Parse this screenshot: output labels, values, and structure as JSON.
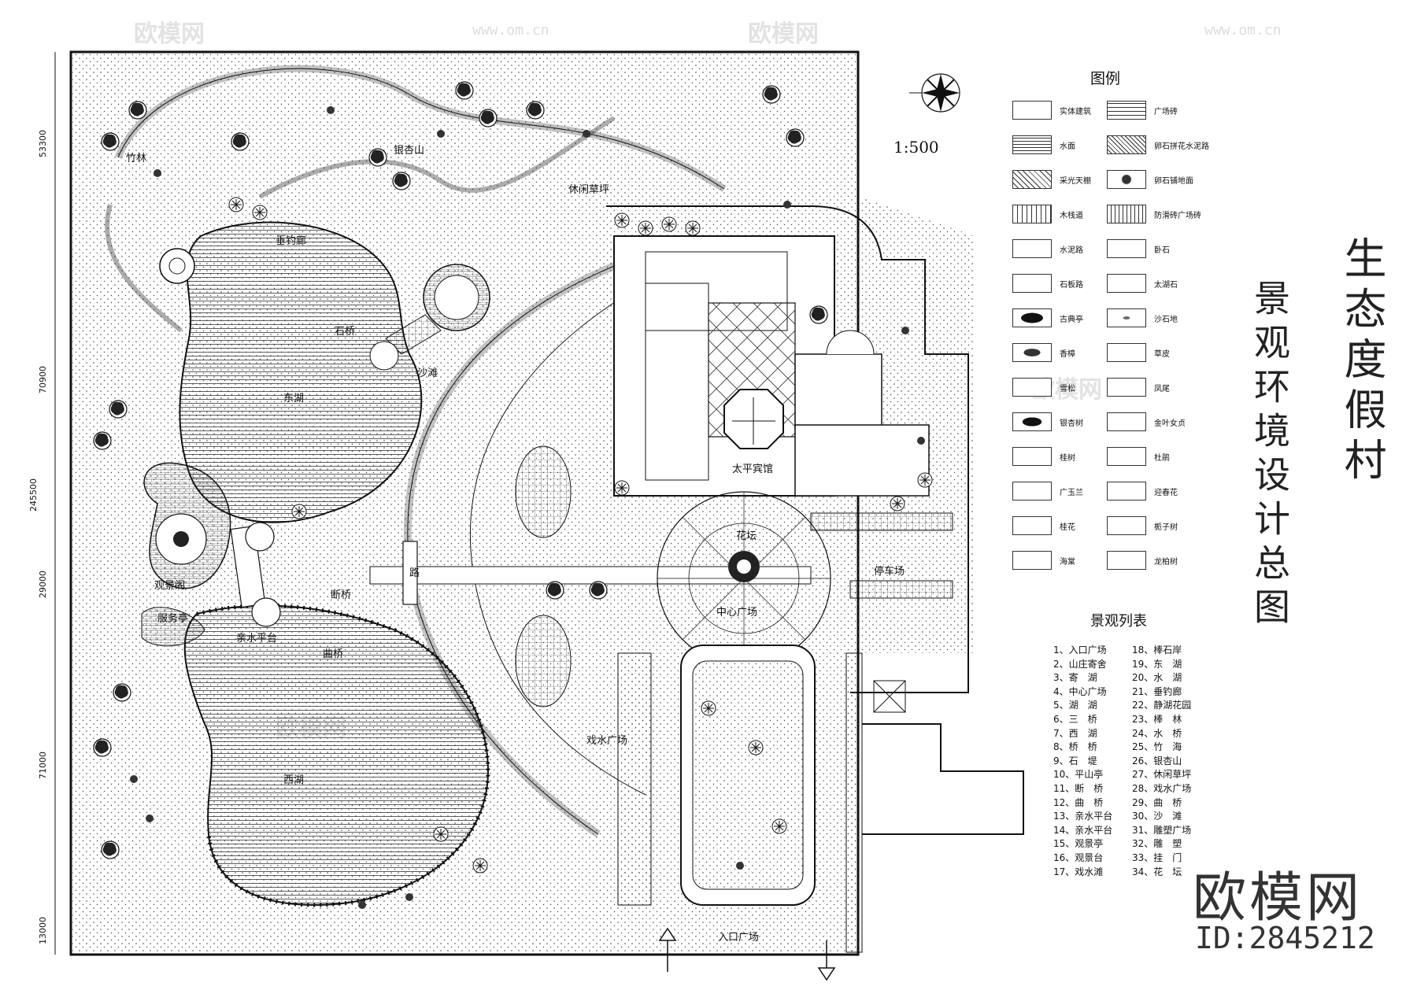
{
  "title": "生态度假村",
  "subtitle": "景观环境设计总图",
  "brand": "欧模网",
  "asset_id": "ID:2845212",
  "scale": "1:500",
  "legend": {
    "title": "图例",
    "left": [
      "实体建筑",
      "水面",
      "采光天棚",
      "木栈道",
      "水泥路",
      "石板路",
      "古典亭",
      "香樟",
      "雪松",
      "银杏树",
      "桂树",
      "广玉兰",
      "桂花",
      "海棠"
    ],
    "right": [
      "广场砖",
      "卵石拼花水泥路",
      "卵石铺地面",
      "防滑砖广场砖",
      "卧石",
      "太湖石",
      "沙石地",
      "草皮",
      "凤尾",
      "金叶女贞",
      "杜鹃",
      "迎春花",
      "栀子树",
      "龙柏树"
    ]
  },
  "feature_table": {
    "title": "景观列表",
    "col1": [
      "1、入口广场",
      "2、山庄寄舍",
      "3、寄　湖",
      "4、中心广场",
      "5、湖　湖",
      "6、三　桥",
      "7、西　湖",
      "8、桥　桥",
      "9、石　堤",
      "10、平山亭",
      "11、断　桥",
      "12、曲　桥",
      "13、亲水平台",
      "14、亲水平台",
      "15、观景亭",
      "16、观景台",
      "17、戏水滩"
    ],
    "col2": [
      "18、棒石岸",
      "19、东　湖",
      "20、水　湖",
      "21、垂钓廊",
      "22、静湖花园",
      "23、棒　林",
      "24、水　桥",
      "25、竹　海",
      "26、银杏山",
      "27、休闲草坪",
      "28、戏水广场",
      "29、曲　桥",
      "30、沙　滩",
      "31、雕塑广场",
      "32、雕　塑",
      "33、挂　门",
      "34、花　坛"
    ]
  },
  "map_labels": {
    "banyan_hill": "银杏山",
    "lawn": "休闲草坪",
    "fishing": "垂钓廊",
    "east_lake": "东湖",
    "west_lake": "西湖",
    "beach": "沙滩",
    "taiping": "太平宾馆",
    "center_plaza": "中心广场",
    "flower_bed": "花坛",
    "parking": "停车场",
    "entrance": "入口广场",
    "bamboo": "竹林",
    "pavilion": "观景阁",
    "service": "服务亭",
    "platform": "亲水平台",
    "bridge1": "曲桥",
    "bridge2": "断桥",
    "stone": "石桥",
    "water_park": "戏水广场",
    "road": "路"
  },
  "dims": [
    "53300",
    "70900",
    "245500",
    "29000",
    "71000",
    "13000"
  ],
  "watermark": {
    "brand": "欧模网",
    "url": "www.om.cn"
  }
}
